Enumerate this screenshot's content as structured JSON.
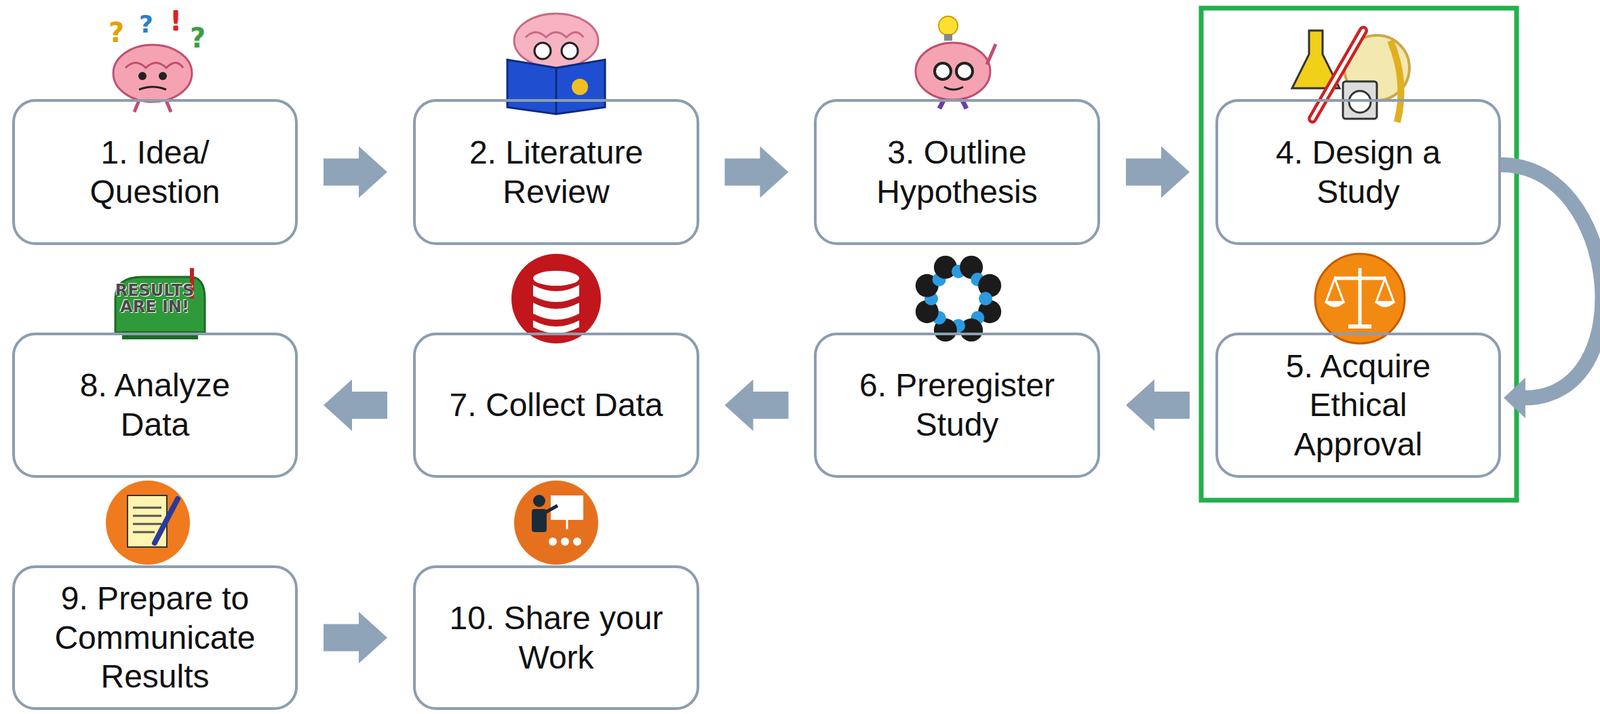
{
  "diagram": {
    "nodes": [
      {
        "text": [
          "1. Idea/ Question"
        ]
      },
      {
        "text": [
          "2. Literature Review"
        ]
      },
      {
        "text": [
          "3. Outline Hypothesis"
        ]
      },
      {
        "text": [
          "4. Design a Study"
        ]
      },
      {
        "text": [
          "5. Acquire Ethical Approval"
        ]
      },
      {
        "text": [
          "6. Preregister Study"
        ]
      },
      {
        "text": [
          "7. Collect Data"
        ]
      },
      {
        "text": [
          "8. Analyze Data"
        ]
      },
      {
        "text": [
          "9. Prepare to Communicate Results"
        ]
      },
      {
        "text": [
          "10. Share your Work"
        ]
      }
    ],
    "edges": [
      {
        "from": 0,
        "to": 1,
        "arrow": "to"
      },
      {
        "from": 1,
        "to": 2,
        "arrow": "to"
      },
      {
        "from": 2,
        "to": 3,
        "arrow": "to"
      },
      {
        "from": 3,
        "to": 4,
        "arrow": "to"
      },
      {
        "from": 4,
        "to": 5,
        "arrow": "to"
      },
      {
        "from": 5,
        "to": 6,
        "arrow": "to"
      },
      {
        "from": 6,
        "to": 7,
        "arrow": "to"
      },
      {
        "from": 8,
        "to": 9,
        "arrow": "to"
      }
    ],
    "labels": [
      "RESULTS ARE IN!"
    ]
  }
}
